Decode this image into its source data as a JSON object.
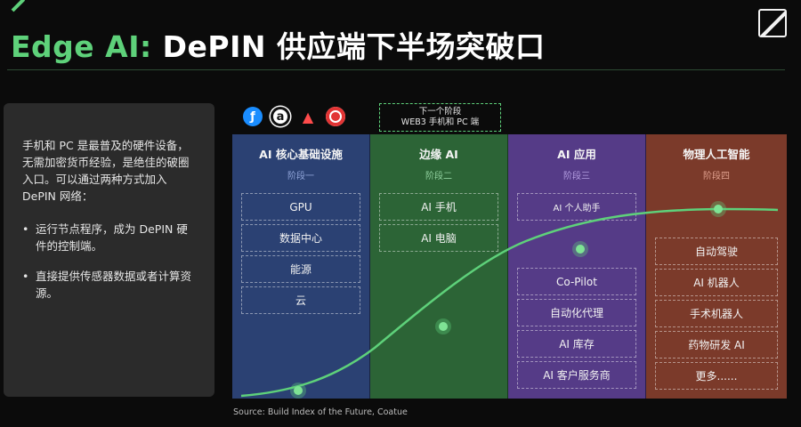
{
  "header": {
    "title_accent": "Edge AI:",
    "title_rest": " DePIN 供应端下半场突破口"
  },
  "icons": {
    "brand_logo": "slash-square-icon",
    "coins": [
      "filecoin-icon",
      "arweave-icon",
      "livepeer-icon",
      "render-icon"
    ]
  },
  "info_panel": {
    "intro": "手机和 PC 是最普及的硬件设备，无需加密货币经验，是绝佳的破圈入口。可以通过两种方式加入 DePIN 网络：",
    "bullets": [
      "运行节点程序，成为 DePIN 硬件的控制端。",
      "直接提供传感器数据或者计算资源。"
    ]
  },
  "next_stage": {
    "line1": "下一个阶段",
    "line2": "WEB3 手机和 PC 端"
  },
  "columns": [
    {
      "title": "AI 核心基础设施",
      "stage": "阶段一",
      "items": [
        "GPU",
        "数据中心",
        "能源",
        "云"
      ]
    },
    {
      "title": "边缘 AI",
      "stage": "阶段二",
      "items": [
        "AI 手机",
        "AI 电脑"
      ]
    },
    {
      "title": "AI 应用",
      "stage": "阶段三",
      "top_item": "AI 个人助手",
      "items": [
        "Co-Pilot",
        "自动化代理",
        "AI 库存",
        "AI 客户服务商"
      ]
    },
    {
      "title": "物理人工智能",
      "stage": "阶段四",
      "items": [
        "自动驾驶",
        "AI 机器人",
        "手术机器人",
        "药物研发 AI",
        "更多......"
      ]
    }
  ],
  "colors": {
    "accent_green": "#5ed17a",
    "col1": "#2b4173",
    "col2": "#2c6436",
    "col3": "#553b87",
    "col4": "#7b3a2a"
  },
  "source": "Source: Build Index of the Future, Coatue"
}
